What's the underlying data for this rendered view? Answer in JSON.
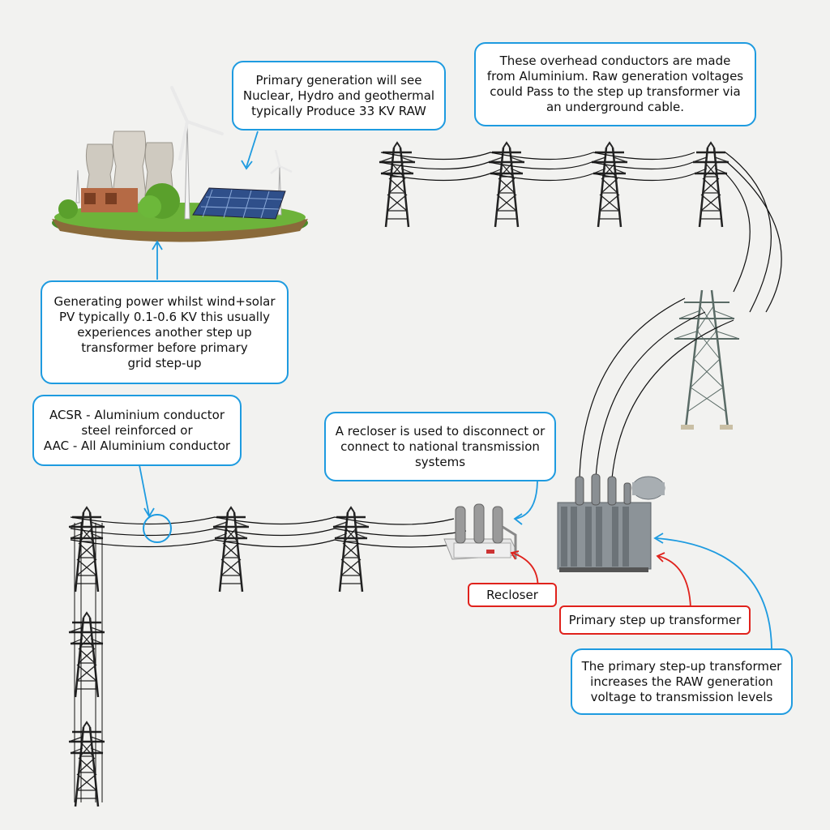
{
  "colors": {
    "blue_callout": "#1e9be0",
    "red_callout": "#e0221c",
    "background": "#f2f2f0"
  },
  "callouts": {
    "primary_generation": "Primary generation will see\nNuclear, Hydro and geothermal\ntypically Produce 33 KV RAW",
    "overhead_conductors": "These overhead conductors are made\nfrom Aluminium. Raw generation voltages\ncould Pass to the step up transformer via\nan underground cable.",
    "wind_solar": "Generating power whilst wind+solar\nPV typically 0.1-0.6 KV this usually\nexperiences another step up\ntransformer before primary\ngrid step-up",
    "acsr": "ACSR - Aluminium conductor\nsteel reinforced or\nAAC - All Aluminium conductor",
    "recloser_info": "A recloser is used to disconnect or\nconnect to national transmission\nsystems",
    "step_up_info": "The primary step-up transformer\nincreases the RAW generation\nvoltage to transmission levels"
  },
  "labels": {
    "recloser": "Recloser",
    "primary_step_up_transformer": "Primary step up transformer"
  },
  "icons": {
    "power_plant": "power-plant-island-icon",
    "pylon": "transmission-tower-icon",
    "recloser": "recloser-icon",
    "transformer": "transformer-icon"
  }
}
